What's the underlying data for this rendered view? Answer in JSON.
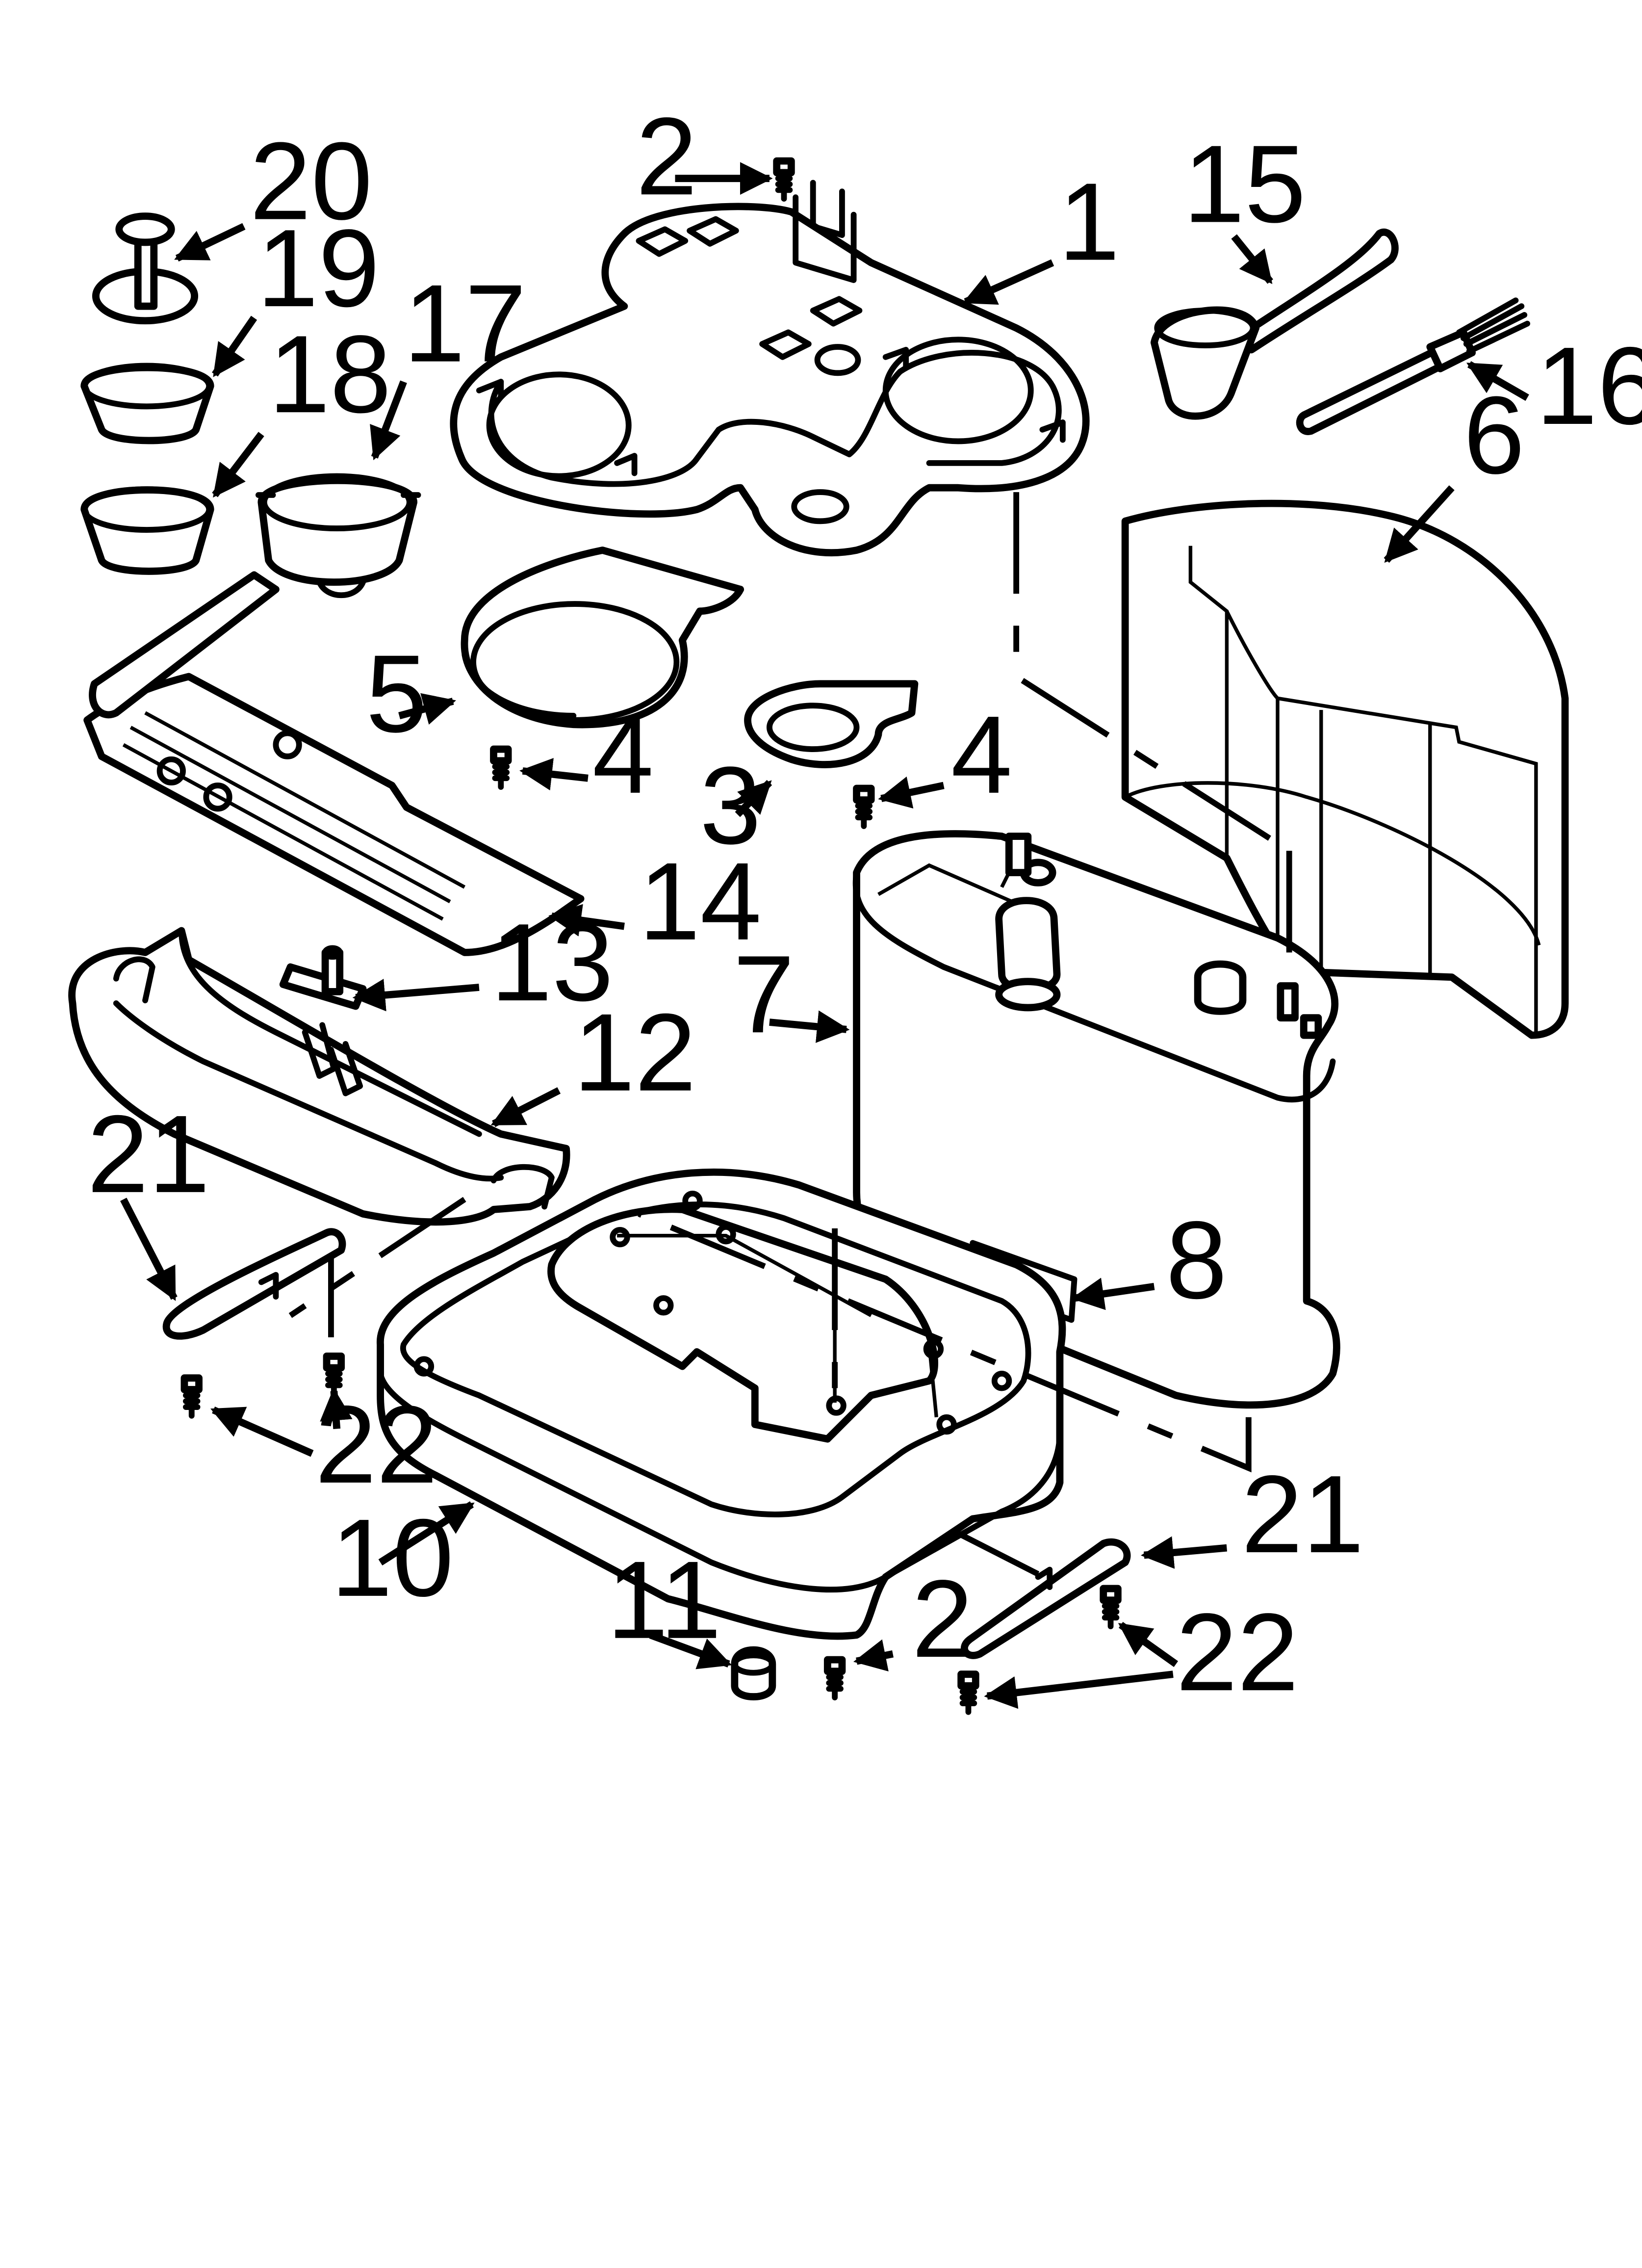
{
  "callouts": [
    {
      "id": "c1",
      "number": "1"
    },
    {
      "id": "c2a",
      "number": "2"
    },
    {
      "id": "c2b",
      "number": "2"
    },
    {
      "id": "c3",
      "number": "3"
    },
    {
      "id": "c4a",
      "number": "4"
    },
    {
      "id": "c4b",
      "number": "4"
    },
    {
      "id": "c5",
      "number": "5"
    },
    {
      "id": "c6",
      "number": "6"
    },
    {
      "id": "c7",
      "number": "7"
    },
    {
      "id": "c8",
      "number": "8"
    },
    {
      "id": "c10",
      "number": "10"
    },
    {
      "id": "c11",
      "number": "11"
    },
    {
      "id": "c12",
      "number": "12"
    },
    {
      "id": "c13",
      "number": "13"
    },
    {
      "id": "c14",
      "number": "14"
    },
    {
      "id": "c15",
      "number": "15"
    },
    {
      "id": "c16",
      "number": "16"
    },
    {
      "id": "c17",
      "number": "17"
    },
    {
      "id": "c18",
      "number": "18"
    },
    {
      "id": "c19",
      "number": "19"
    },
    {
      "id": "c20",
      "number": "20"
    },
    {
      "id": "c21a",
      "number": "21"
    },
    {
      "id": "c21b",
      "number": "21"
    },
    {
      "id": "c22a",
      "number": "22"
    },
    {
      "id": "c22b",
      "number": "22"
    }
  ]
}
